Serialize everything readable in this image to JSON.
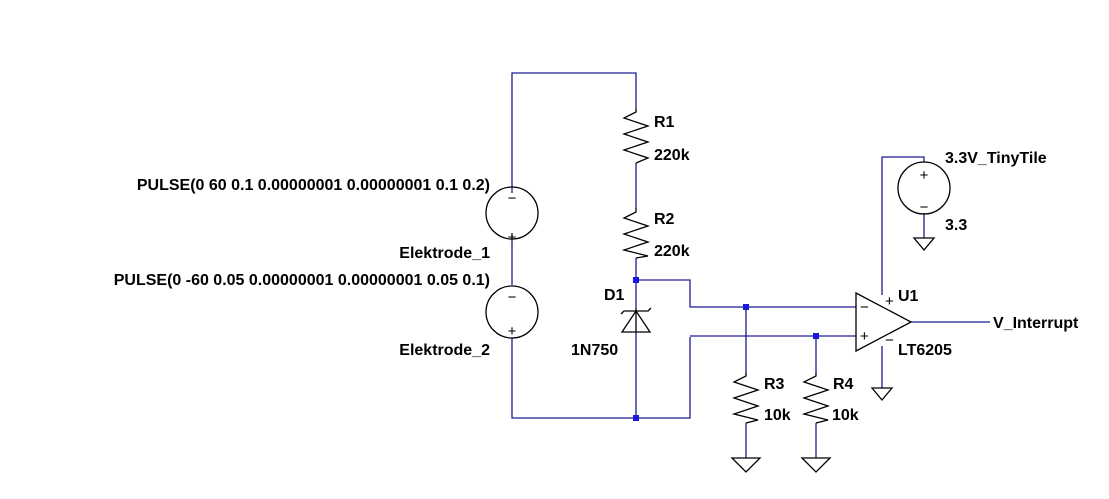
{
  "components": {
    "r1": {
      "ref": "R1",
      "value": "220k"
    },
    "r2": {
      "ref": "R2",
      "value": "220k"
    },
    "r3": {
      "ref": "R3",
      "value": "10k"
    },
    "r4": {
      "ref": "R4",
      "value": "10k"
    },
    "d1": {
      "ref": "D1",
      "value": "1N750"
    },
    "u1": {
      "ref": "U1",
      "value": "LT6205"
    },
    "v1": {
      "name": "Elektrode_1",
      "spec": "PULSE(0 60 0.1 0.00000001 0.00000001 0.1 0.2)"
    },
    "v2": {
      "name": "Elektrode_2",
      "spec": "PULSE(0 -60 0.05 0.00000001 0.00000001 0.05 0.1)"
    },
    "v3": {
      "name": "3.3V_TinyTile",
      "value": "3.3"
    }
  },
  "nets": {
    "output": "V_Interrupt"
  },
  "symbols": {
    "plus": "+",
    "minus": "−"
  },
  "colors": {
    "wire": "#1c1c96",
    "junction": "#1a1ad6",
    "component": "#000000"
  }
}
